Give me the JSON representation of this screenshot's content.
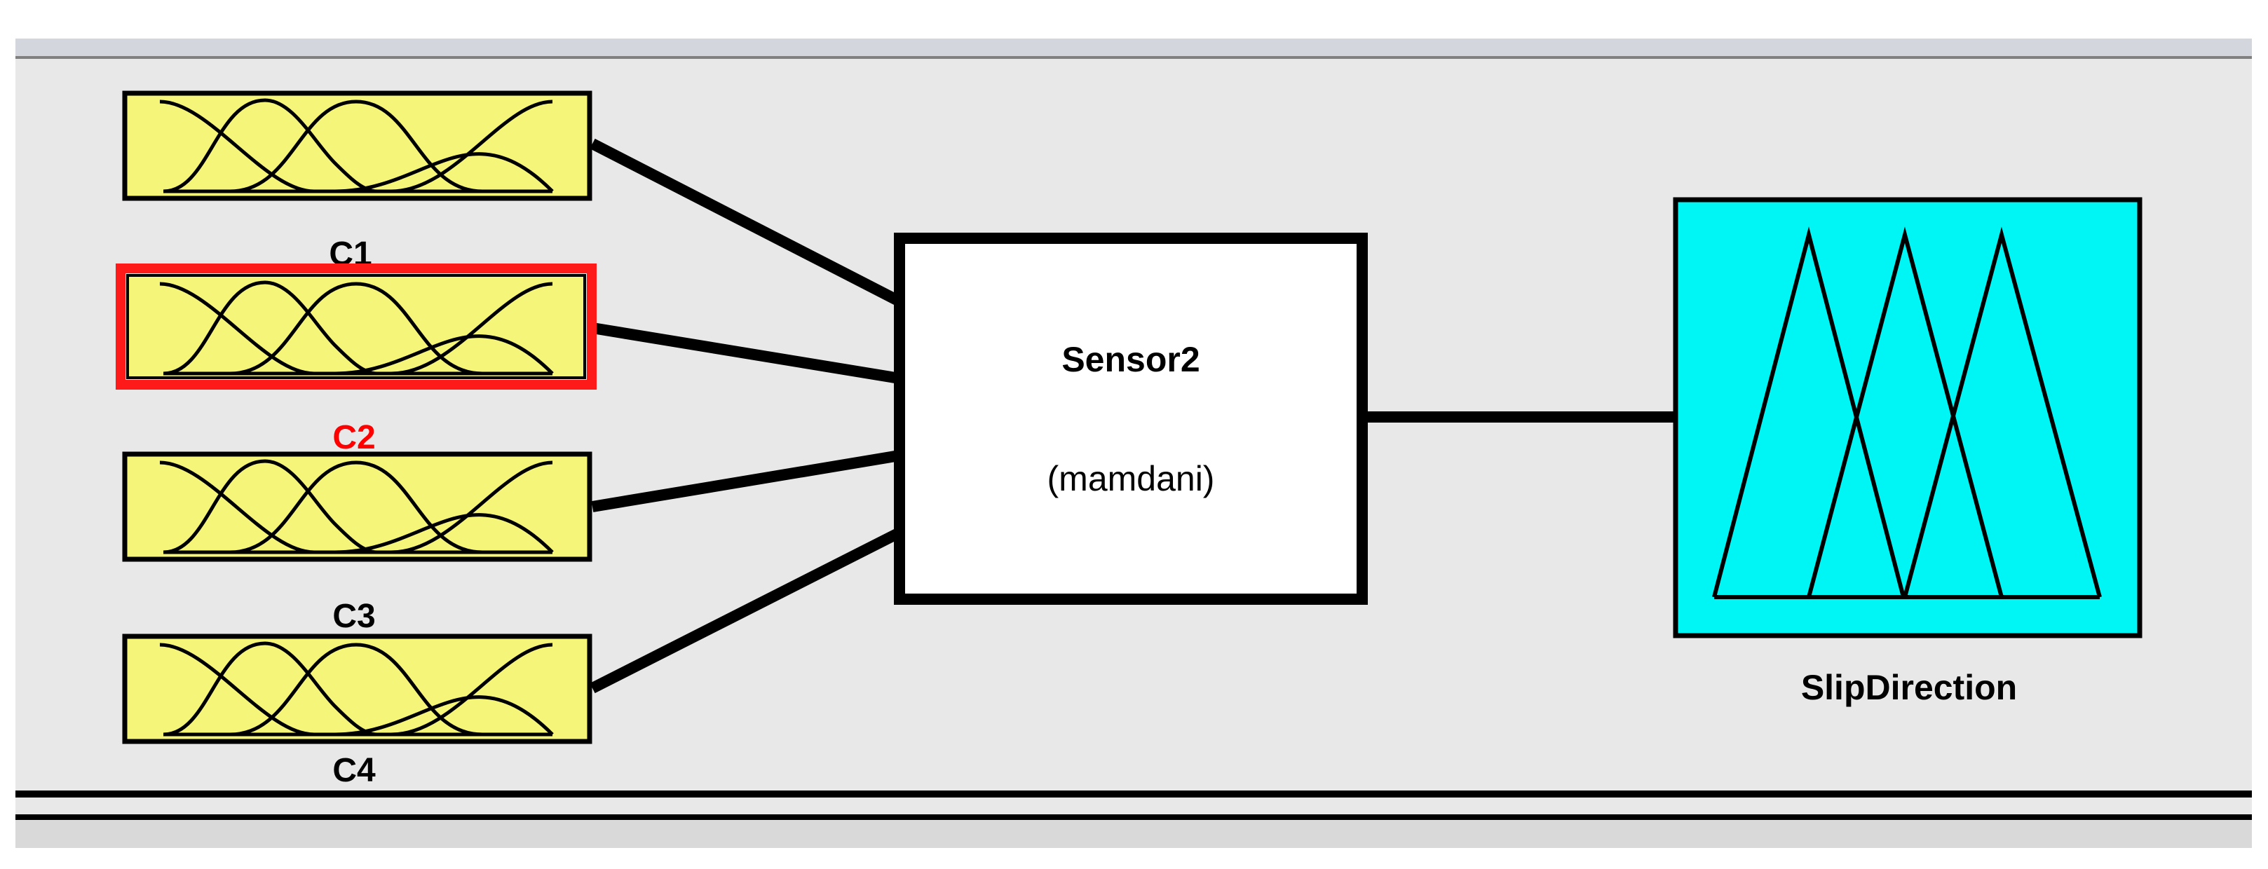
{
  "system": {
    "name": "Sensor2",
    "type": "(mamdani)"
  },
  "inputs": [
    {
      "label": "C1",
      "selected": false
    },
    {
      "label": "C2",
      "selected": true
    },
    {
      "label": "C3",
      "selected": false
    },
    {
      "label": "C4",
      "selected": false
    }
  ],
  "output": {
    "label": "SlipDirection"
  },
  "colors": {
    "canvas": "#e8e8e8",
    "input_fill": "#f5f57a",
    "output_fill": "#00f5f5",
    "selected_border": "#ff1a1a",
    "selected_text": "#ff0000",
    "line": "#000000",
    "top_band": "#d3d6dd"
  },
  "icons": {
    "input_mf": "gaussian-membership-icon",
    "output_mf": "triangular-membership-icon"
  }
}
